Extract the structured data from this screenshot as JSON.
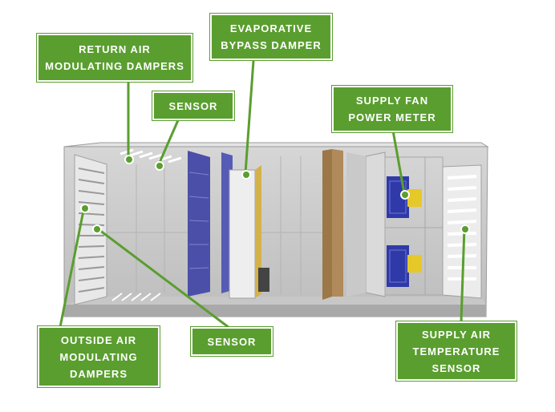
{
  "labels": {
    "return_air": "RETURN AIR\nMODULATING DAMPERS",
    "sensor_top": "SENSOR",
    "evap_bypass": "EVAPORATIVE\nBYPASS DAMPER",
    "supply_fan_meter": "SUPPLY FAN\nPOWER METER",
    "outside_air": "OUTSIDE AIR\nMODULATING\nDAMPERS",
    "sensor_bottom": "SENSOR",
    "supply_air_temp": "SUPPLY AIR\nTEMPERATURE\nSENSOR"
  },
  "colors": {
    "accent": "#5a9e2f",
    "housing": "#cfcfcf",
    "filter": "#4b4fa8",
    "wood": "#b08a5a",
    "fan": "#2f3aa8",
    "meter": "#e6c829"
  }
}
